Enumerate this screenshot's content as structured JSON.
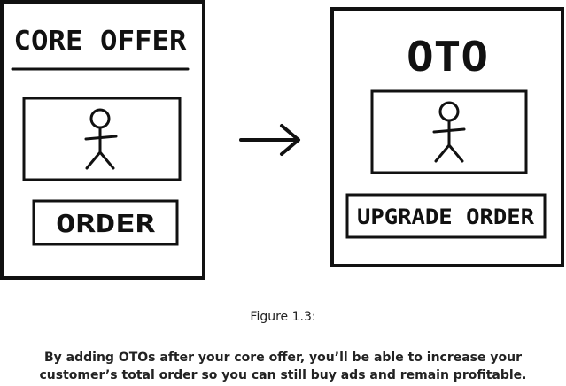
{
  "left_panel": {
    "title": "CORE OFFER",
    "button": "ORDER",
    "figure_icon": "stick-figure-icon"
  },
  "right_panel": {
    "title": "OTO",
    "button": "UPGRADE ORDER",
    "figure_icon": "stick-figure-icon"
  },
  "connector_icon": "right-arrow-icon",
  "caption": {
    "figure_label": "Figure 1.3:",
    "line1": "By adding OTOs after your core offer, you’ll be able to increase your",
    "line2": "customer’s total order so you can still buy ads and remain profitable."
  },
  "colors": {
    "ink": "#111111",
    "caption_text": "#222222",
    "background": "#ffffff"
  }
}
